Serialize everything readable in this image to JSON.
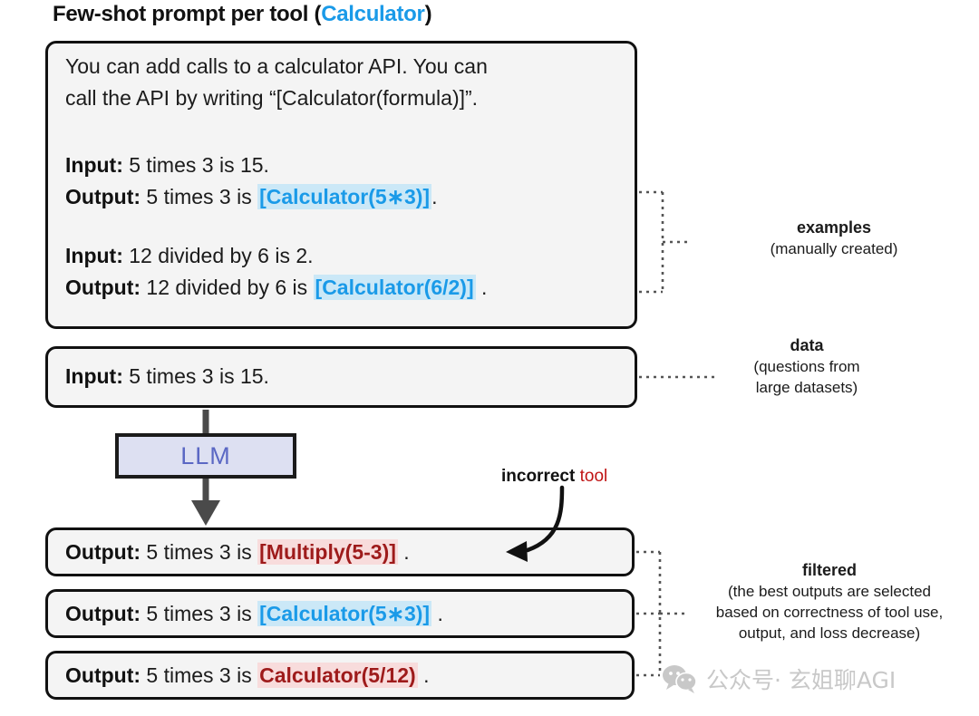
{
  "title": {
    "main": "Few-shot prompt per tool",
    "open_paren": "(",
    "tool": "Calculator",
    "close_paren": ")"
  },
  "prompt_box": {
    "instruction_line1": "You can add calls to a calculator API. You can",
    "instruction_line2": "call the API by writing “[Calculator(formula)]”.",
    "examples": [
      {
        "input_label": "Input:",
        "input_text": " 5 times 3 is 15.",
        "output_label": "Output:",
        "output_prefix": " 5 times 3 is ",
        "output_call": "[Calculator(5∗3)]",
        "output_suffix": "."
      },
      {
        "input_label": "Input:",
        "input_text": " 12 divided by 6 is 2.",
        "output_label": "Output:",
        "output_prefix": " 12 divided by 6 is ",
        "output_call": "[Calculator(6/2)]",
        "output_suffix": " ."
      }
    ]
  },
  "data_box": {
    "label": "Input:",
    "text": " 5 times 3 is 15."
  },
  "llm": {
    "label": "LLM"
  },
  "incorrect_callout": {
    "word_bold": "incorrect",
    "word_red": "tool"
  },
  "outputs": [
    {
      "label": "Output:",
      "prefix": " 5 times 3 is ",
      "call": "[Multiply(5-3)]",
      "suffix": " .",
      "style": "red"
    },
    {
      "label": "Output:",
      "prefix": " 5 times 3 is ",
      "call": "[Calculator(5∗3)]",
      "suffix": " .",
      "style": "blue"
    },
    {
      "label": "Output:",
      "prefix": " 5 times 3 is ",
      "call": "Calculator(5/12)",
      "suffix": " .",
      "style": "red"
    }
  ],
  "annotations": {
    "examples": {
      "heading": "examples",
      "detail": "(manually created)"
    },
    "data": {
      "heading": "data",
      "detail_line1": "(questions from",
      "detail_line2": "large datasets)"
    },
    "filtered": {
      "heading": "filtered",
      "detail_line1": "(the best outputs are selected",
      "detail_line2": "based on correctness of tool use,",
      "detail_line3": "output, and loss decrease)"
    }
  },
  "watermark": {
    "icon": "wechat-icon",
    "text": "公众号· 玄姐聊AGI"
  },
  "colors": {
    "tool_blue": "#1a9ae8",
    "highlight_blue": "#cbe8f7",
    "tool_red": "#9e1b1b",
    "highlight_red": "#f8dcdc",
    "llm_fill": "#dde0f2",
    "llm_text": "#5b68c4",
    "box_fill": "#f4f4f4",
    "border": "#111111"
  }
}
